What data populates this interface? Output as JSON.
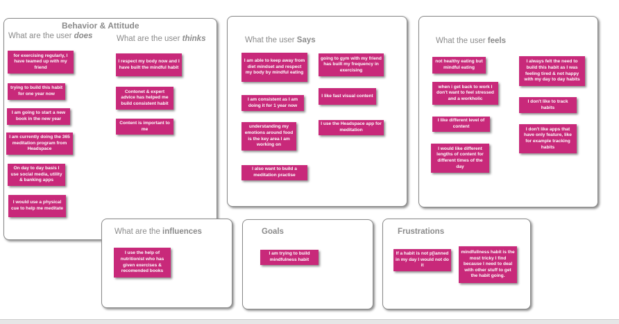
{
  "colors": {
    "sticky": "#c8297a",
    "heading": "#8a8a8a"
  },
  "behavior": {
    "title": "Behavior & Attitude",
    "does_prefix": "What are the user ",
    "does_em": "does",
    "thinks_prefix": "What are the user ",
    "thinks_em": "thinks",
    "does": [
      "for exercising regularly, I have teamed up with my friend",
      "trying to build this habit for one year now",
      "I am going to start a new book in the new year",
      "I am currently doing the 365 meditation program from Headspace",
      "On day to day basis I use social media, utility & banking apps",
      "I would use a physical cue to help me meditate"
    ],
    "thinks": [
      "I respect my body now and I have built the mindful habit",
      "Contonet & expert advice has helped me build consistent habit",
      "Content is important to me"
    ]
  },
  "says": {
    "prefix": "What the user ",
    "em": "Says",
    "notes": [
      "I am able to keep away from diet mindset and respect my body by mindful eating",
      "I am consistent as I am doing it for 1 year now",
      "understanding my emotions around food is the key area I am working on",
      "I also want to build a meditation practise",
      "going to gym with my friend has built my frequency in exercising",
      "I like fast visual content",
      "I use the Headspace app for meditation"
    ]
  },
  "feels": {
    "prefix": "What the user ",
    "em": "feels",
    "notes": [
      "not healthy eating but mindful eating",
      "when i get back to work I don't want to feel stressed and a workholic",
      "I like different level of content",
      "I would like different lengths of content for different times of the day",
      "I always felt the need to build this habit as I was feeling tired & not happy with my day to day habits",
      "I don't like to track habits",
      "I don't like apps that have only feature, like for example tracking habits"
    ]
  },
  "influences": {
    "prefix": "What are the ",
    "em": "influences",
    "notes": [
      "I use the help of nutritionist who has given exercises & recomended books"
    ]
  },
  "goals": {
    "title": "Goals",
    "notes": [
      "I am trying to build mindfulness habit"
    ]
  },
  "frustrations": {
    "title": "Frustrations",
    "notes": [
      "If a habit is not p[lanned in my day I would not do it",
      "mindfullness habit is the most tricky I find because I need to deal with other stuff to get the  habit going."
    ]
  }
}
